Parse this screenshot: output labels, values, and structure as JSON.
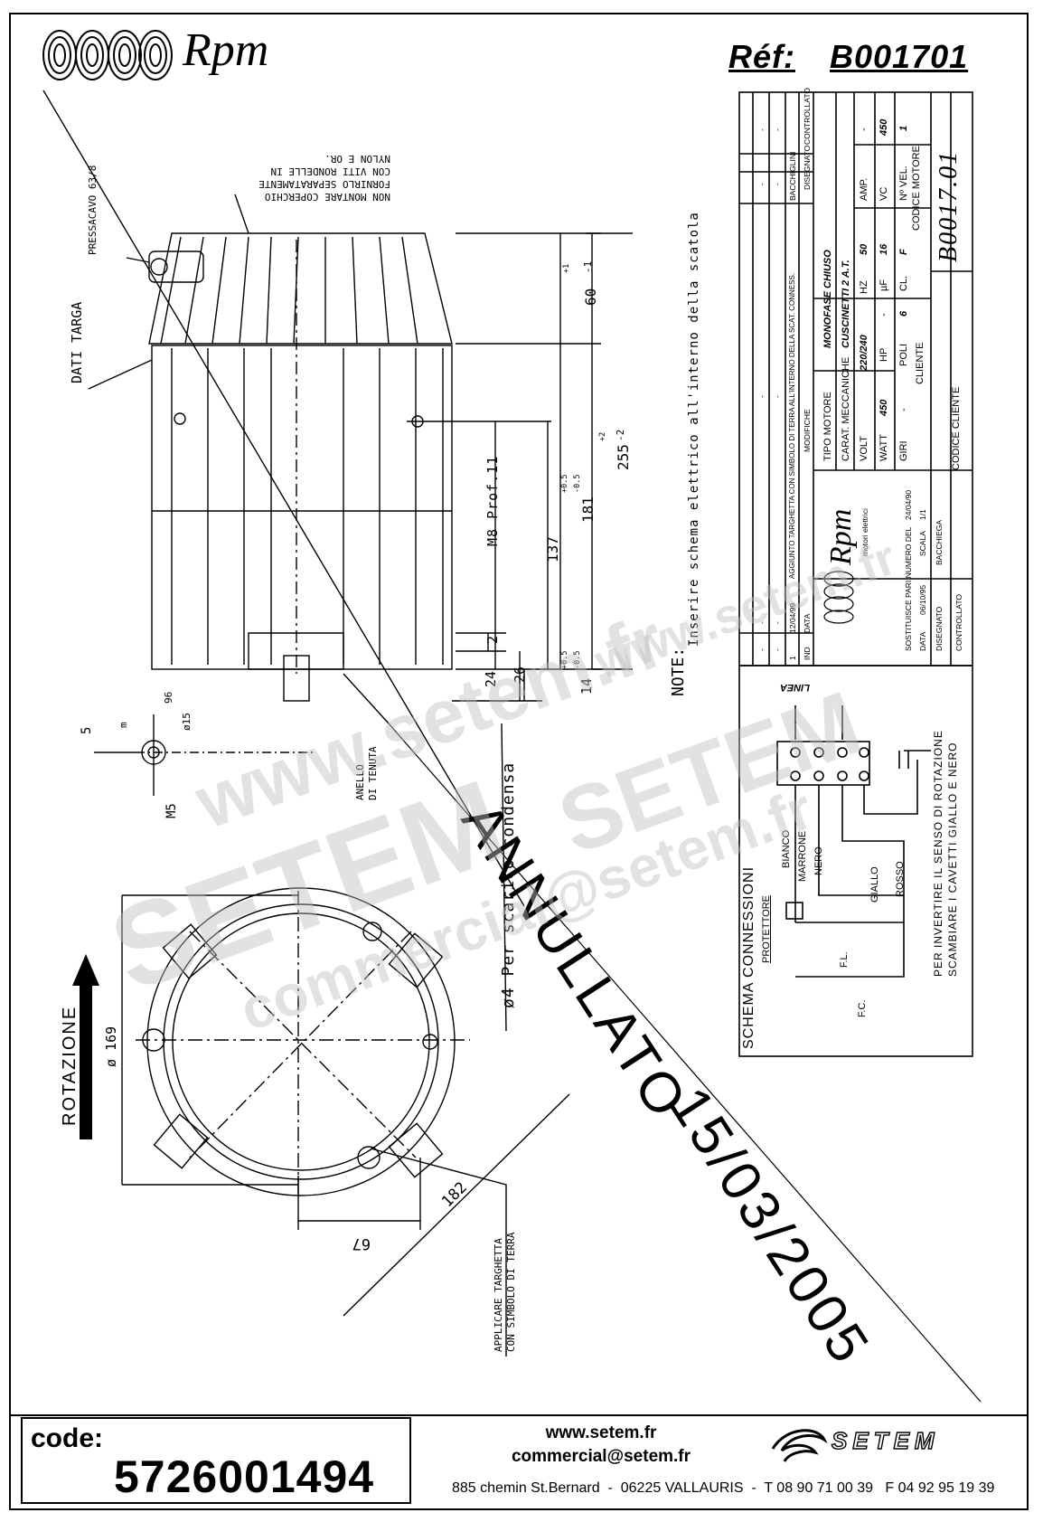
{
  "header": {
    "brand": "Rpm",
    "ref_label": "Réf:",
    "ref_value": "B001701"
  },
  "notes": {
    "non_montare": [
      "NON MONTARE COPERCHIO",
      "FORNIRLO SEPARATAMENTE",
      "CON VITI RONDELLE IN",
      "NYLON E OR."
    ],
    "pressacavo": "PRESSACAVO 63/8",
    "dati_targa": "DATI TARGA",
    "note_label": "NOTE:",
    "note_text": "Inserire schema elettrico all'interno della scatola",
    "anello": [
      "ANELLO",
      "DI TENUTA"
    ],
    "scarico": "ø4 Per scarico condensa",
    "rotazione": "ROTAZIONE",
    "applicare": [
      "APPLICARE TARGHETTA",
      "CON SIMBOLO DI TERRA"
    ],
    "annullato": "ANNULLATO",
    "annullato_date": "15/03/2005"
  },
  "dimensions": {
    "d60": "60",
    "d60_tol": "+1",
    "d60_tol2": "-1",
    "d255": "255",
    "d255_tol": "+2",
    "d255_tol2": "-2",
    "d181": "181",
    "d181_tol": "+0.5",
    "d181_tol2": "-0.5",
    "d137": "137",
    "m8": "M8 Prof.11",
    "d2": "2",
    "d24": "24",
    "d26": "26",
    "d14": "14",
    "d14_tol": "+0.5",
    "d14_tol2": "-0.5",
    "shaft_5": "5",
    "shaft_m": "m",
    "shaft_96": "96",
    "shaft_d15": "ø15",
    "shaft_m5": "M5",
    "d169": "ø 169",
    "d182": "182",
    "d67": "67"
  },
  "title_block": {
    "revisions": [
      {
        "ind": "1",
        "data": "12/04/99",
        "modifiche": "AGGIUNTO TARGHETTA CON SIMBOLO DI TERRA ALL'INTERNO DELLA SCAT. CONNESS.",
        "disegnato": "BACCHIGLINI",
        "controllato": ""
      },
      {
        "ind": "-",
        "data": "-",
        "modifiche": "-",
        "disegnato": "-",
        "controllato": "-"
      },
      {
        "ind": "-",
        "data": "-",
        "modifiche": "-",
        "disegnato": "-",
        "controllato": "-"
      }
    ],
    "col_headers": {
      "ind": "IND",
      "data": "DATA",
      "modifiche": "MODIFICHE",
      "disegnato": "DISEGNATO",
      "controllato": "CONTROLLATO"
    },
    "tipo_motore_label": "TIPO MOTORE",
    "tipo_motore": "MONOFASE CHIUSO",
    "carat_label": "CARAT. MECCANICHE",
    "carat": "CUSCINETTI 2 A.T.",
    "volt_label": "VOLT",
    "volt": "220/240",
    "hz_label": "HZ",
    "hz": "50",
    "amp_label": "AMP.",
    "amp": "-",
    "watt_label": "WATT",
    "watt": "450",
    "hp_label": "HP",
    "hp": "-",
    "uf_label": "µF",
    "uf": "16",
    "vc_label": "VC",
    "vc": "450",
    "giri_label": "GIRI",
    "giri": "-",
    "poli_label": "POLI",
    "poli": "6",
    "cl_label": "CL.",
    "cl": "F",
    "nvel_label": "Nº VEL.",
    "nvel": "1",
    "cliente_label": "CLIENTE",
    "codice_motore_label": "CODICE MOTORE",
    "codice_motore": "B0017.01",
    "codice_cliente_label": "CODICE CLIENTE",
    "sostituisce": "SOSTITUISCE PARI NUMERO DEL",
    "sostituisce_date": "24/04/90",
    "data_label": "DATA",
    "data": "06/10/95",
    "scala_label": "SCALA",
    "scala": "1/1",
    "disegnato_label": "DISEGNATO",
    "disegnato": "BACCHIEGA",
    "controllato_label": "CONTROLLATO",
    "company": "Rpm",
    "company_sub": "motori elettrici"
  },
  "schema": {
    "title": "SCHEMA CONNESSIONI",
    "protettore": "PROTETTORE",
    "linea": "LINEA",
    "bianco": "BIANCO",
    "marrone": "MARRONE",
    "nero": "NERO",
    "giallo": "GIALLO",
    "rosso": "ROSSO",
    "fl": "F.L.",
    "fc": "F.C.",
    "invertire": [
      "PER INVERTIRE IL SENSO DI ROTAZIONE",
      "SCAMBIARE I CAVETTI GIALLO E NERO"
    ]
  },
  "watermarks": [
    "www.setem.fr",
    "SETEM",
    "commercial@setem.fr",
    "SETEM",
    "www.setem.fr"
  ],
  "footer": {
    "code_label": "code:",
    "code_value": "5726001494",
    "website": "www.setem.fr",
    "email": "commercial@setem.fr",
    "address": "885 chemin St.Bernard  -  06225 VALLAURIS  -  T 08 90 71 00 39   F 04 92 95 19 39",
    "brand": "SETEM"
  }
}
